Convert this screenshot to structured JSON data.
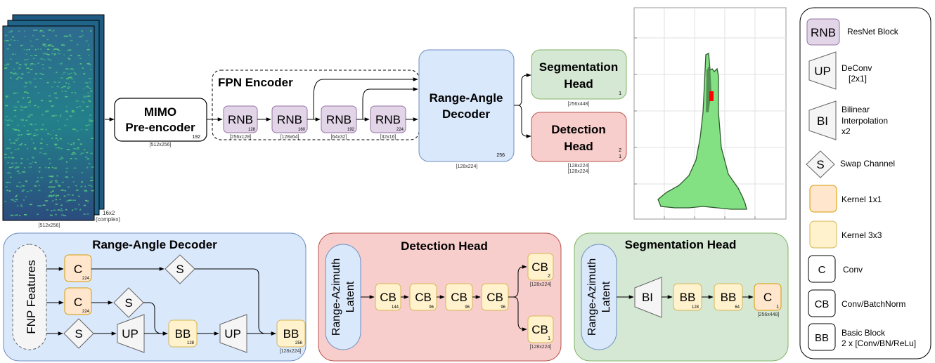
{
  "input": {
    "label_size": "[512x256]",
    "channels": "16x2",
    "complex": "(complex)"
  },
  "mimo": {
    "title_1": "MIMO",
    "title_2": "Pre-encoder",
    "channels": "192",
    "size": "[512x256]"
  },
  "fpn": {
    "title": "FPN Encoder",
    "blocks": [
      {
        "label": "RNB",
        "channels": "128",
        "size": "[256x128]"
      },
      {
        "label": "RNB",
        "channels": "160",
        "size": "[128x64]"
      },
      {
        "label": "RNB",
        "channels": "192",
        "size": "[64x32]"
      },
      {
        "label": "RNB",
        "channels": "224",
        "size": "[32x16]"
      }
    ]
  },
  "ra_decoder": {
    "title_1": "Range-Angle",
    "title_2": "Decoder",
    "channels": "256",
    "size": "[128x224]"
  },
  "seg_head": {
    "title_1": "Segmentation",
    "title_2": "Head",
    "channels": "1",
    "size": "[256x448]"
  },
  "det_head": {
    "title_1": "Detection",
    "title_2": "Head",
    "channels_1": "2",
    "channels_2": "1",
    "size_1": "[128x224]",
    "size_2": "[128x224]"
  },
  "detail_ra": {
    "title": "Range-Angle Decoder",
    "features": "FNP Features",
    "c1": {
      "label": "C",
      "ch": "224"
    },
    "c2": {
      "label": "C",
      "ch": "224"
    },
    "s1": "S",
    "s2": "S",
    "s3": "S",
    "up1": "UP",
    "up2": "UP",
    "bb1": {
      "label": "BB",
      "ch": "128"
    },
    "bb2": {
      "label": "BB",
      "ch": "256",
      "size": "[128x224]"
    }
  },
  "detail_det": {
    "title": "Detection Head",
    "latent_1": "Range-Azimuth",
    "latent_2": "Latent",
    "cbs": [
      {
        "label": "CB",
        "ch": "144"
      },
      {
        "label": "CB",
        "ch": "96"
      },
      {
        "label": "CB",
        "ch": "96"
      },
      {
        "label": "CB",
        "ch": "96"
      }
    ],
    "out1": {
      "label": "CB",
      "ch": "2",
      "size": "[128x224]"
    },
    "out2": {
      "label": "CB",
      "ch": "1",
      "size": "[128x224]"
    }
  },
  "detail_seg": {
    "title": "Segmentation  Head",
    "latent_1": "Range-Azimuth",
    "latent_2": "Latent",
    "bi": "BI",
    "bb1": {
      "label": "BB",
      "ch": "128"
    },
    "bb2": {
      "label": "BB",
      "ch": "64"
    },
    "c": {
      "label": "C",
      "ch": "1",
      "size": "[256x448]"
    }
  },
  "legend": [
    {
      "symbol": "RNB",
      "text_1": "ResNet Block",
      "text_2": "",
      "text_3": ""
    },
    {
      "symbol": "UP",
      "text_1": "DeConv",
      "text_2": "[2x1]",
      "text_3": ""
    },
    {
      "symbol": "BI",
      "text_1": "Bilinear",
      "text_2": "Interpolation",
      "text_3": "x2"
    },
    {
      "symbol": "S",
      "text_1": "Swap Channel",
      "text_2": "",
      "text_3": ""
    },
    {
      "symbol": "",
      "text_1": "Kernel 1x1",
      "text_2": "",
      "text_3": ""
    },
    {
      "symbol": "",
      "text_1": "Kernel 3x3",
      "text_2": "",
      "text_3": ""
    },
    {
      "symbol": "C",
      "text_1": "Conv",
      "text_2": "",
      "text_3": ""
    },
    {
      "symbol": "CB",
      "text_1": "Conv/BatchNorm",
      "text_2": "",
      "text_3": ""
    },
    {
      "symbol": "BB",
      "text_1": "Basic Block",
      "text_2": "2 x [Conv/BN/ReLu]",
      "text_3": ""
    }
  ],
  "colors": {
    "rnb_fill": "#e1d5e7",
    "rnb_stroke": "#9673a6",
    "decoder_fill": "#dae8fc",
    "decoder_stroke": "#6c8ebf",
    "seg_fill": "#d5e8d4",
    "seg_stroke": "#82b366",
    "det_fill": "#f8cecc",
    "det_stroke": "#b85450",
    "k1_fill": "#ffe6cc",
    "k1_stroke": "#d79b00",
    "k3_fill": "#fff2cc",
    "k3_stroke": "#d6b656",
    "gray_fill": "#f5f5f5",
    "gray_stroke": "#666666"
  }
}
